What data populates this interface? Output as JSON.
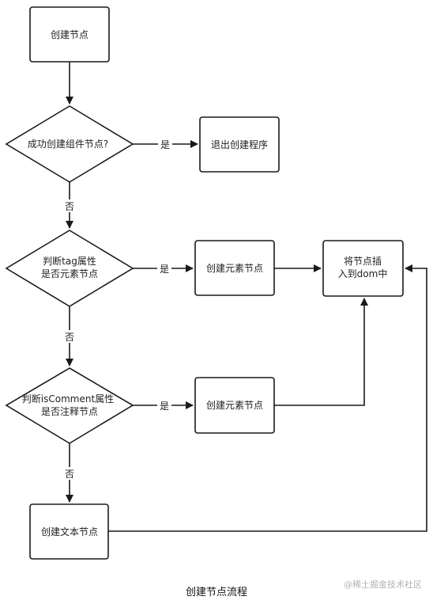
{
  "nodes": {
    "start": "创建节点",
    "decision_component": "成功创建组件节点?",
    "exit": "退出创建程序",
    "decision_tag_line1": "判断tag属性",
    "decision_tag_line2": "是否元素节点",
    "create_element_1": "创建元素节点",
    "insert_line1": "将节点插",
    "insert_line2": "入到dom中",
    "decision_comment_line1": "判断isComment属性",
    "decision_comment_line2": "是否注释节点",
    "create_element_2": "创建元素节点",
    "create_text": "创建文本节点"
  },
  "edges": {
    "yes_1": "是",
    "no_1": "否",
    "yes_2": "是",
    "no_2": "否",
    "yes_3": "是",
    "no_3": "否"
  },
  "caption": "创建节点流程",
  "watermark": "@稀土掘金技术社区"
}
